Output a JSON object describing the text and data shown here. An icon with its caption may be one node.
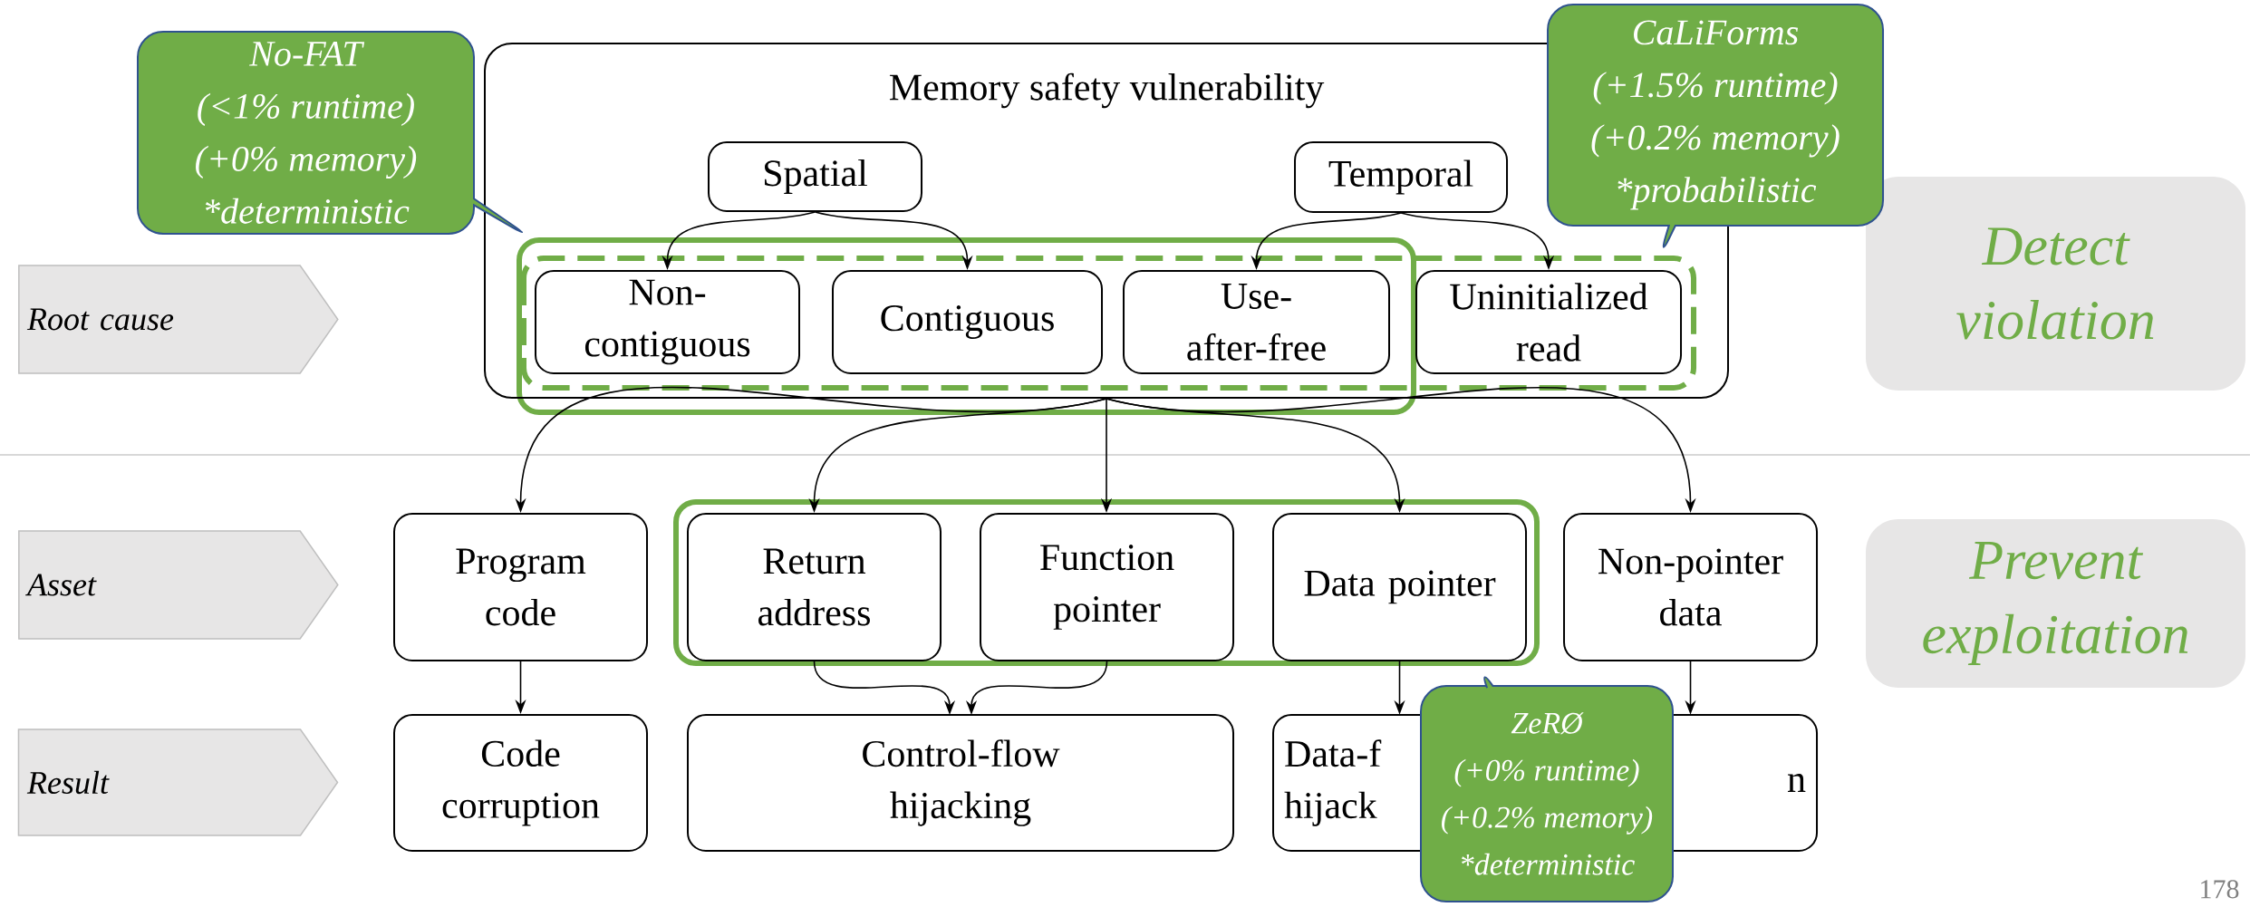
{
  "diagram": {
    "nodes": [
      {
        "text": [
          "Memory safety vulnerability"
        ]
      },
      {
        "text": [
          "Spatial"
        ],
        "in": 0
      },
      {
        "text": [
          "Temporal"
        ],
        "in": 0
      },
      {
        "text": [
          "Non-contiguous"
        ],
        "in": 0
      },
      {
        "text": [
          "Contiguous"
        ],
        "in": 0
      },
      {
        "text": [
          "Use-after-free"
        ],
        "in": 0
      },
      {
        "text": [
          "Uninitialized read"
        ],
        "in": 0
      },
      {
        "text": [
          "No-FAT",
          "(<1% runtime)",
          "(+0% memory)",
          "*deterministic"
        ]
      },
      {
        "text": [
          "CaLiForms",
          "(+1.5% runtime)",
          "(+0.2% memory)",
          "*probabilistic"
        ]
      },
      {
        "text": [
          "Detect violation"
        ]
      },
      {
        "text": [
          "Root cause"
        ]
      },
      {
        "text": [
          "Asset"
        ]
      },
      {
        "text": [
          "Result"
        ]
      },
      {
        "text": [
          "Program code"
        ]
      },
      {
        "text": [
          "Return address"
        ]
      },
      {
        "text": [
          "Function pointer"
        ]
      },
      {
        "text": [
          "Data pointer"
        ]
      },
      {
        "text": [
          "Non-pointer data"
        ]
      },
      {
        "text": [
          "Prevent exploitation"
        ]
      },
      {
        "text": [
          "Code corruption"
        ]
      },
      {
        "text": [
          "Control-flow hijacking"
        ]
      },
      {
        "text": [
          "Data-f",
          "hijack"
        ]
      },
      {
        "text": [
          "n"
        ]
      },
      {
        "text": [
          "ZeRØ",
          "(+0% runtime)",
          "(+0.2% memory)",
          "*deterministic"
        ]
      }
    ],
    "edges": [
      {
        "from": 1,
        "to": 3,
        "arrow": "to"
      },
      {
        "from": 1,
        "to": 4,
        "arrow": "to"
      },
      {
        "from": 2,
        "to": 5,
        "arrow": "to"
      },
      {
        "from": 2,
        "to": 6,
        "arrow": "to"
      },
      {
        "from": 0,
        "to": 13,
        "arrow": "to"
      },
      {
        "from": 0,
        "to": 14,
        "arrow": "to"
      },
      {
        "from": 0,
        "to": 15,
        "arrow": "to"
      },
      {
        "from": 0,
        "to": 16,
        "arrow": "to"
      },
      {
        "from": 0,
        "to": 17,
        "arrow": "to"
      },
      {
        "from": 13,
        "to": 19,
        "arrow": "to"
      },
      {
        "from": 14,
        "to": 20,
        "arrow": "to"
      },
      {
        "from": 15,
        "to": 20,
        "arrow": "to"
      },
      {
        "from": 16,
        "to": 21,
        "arrow": "to"
      },
      {
        "from": 17,
        "to": 22,
        "arrow": "to"
      }
    ],
    "labels": [
      "178"
    ]
  }
}
